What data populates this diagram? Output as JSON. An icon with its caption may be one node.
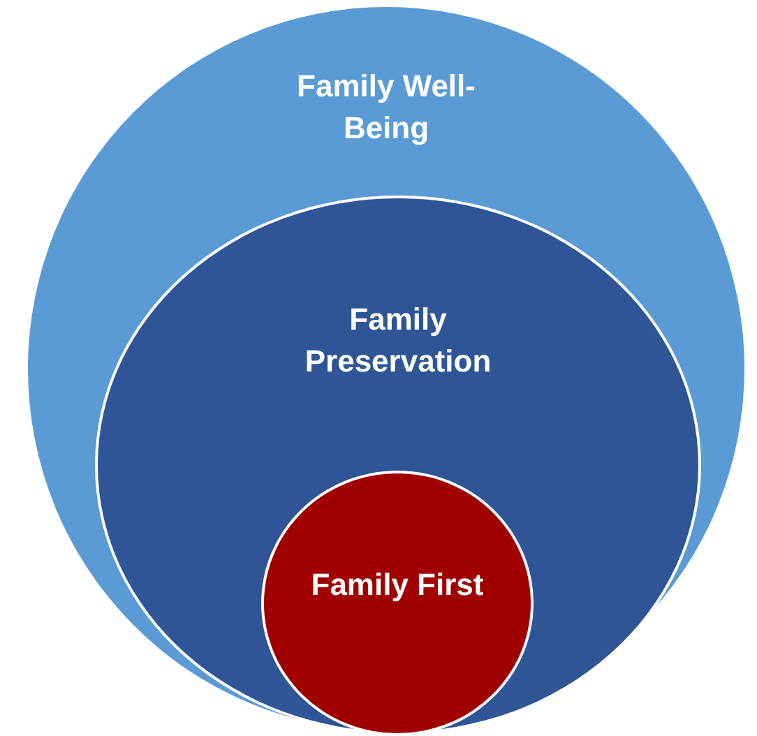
{
  "diagram": {
    "nodes": [
      {
        "text": [
          "Family Well-Being"
        ]
      },
      {
        "text": [
          "Family Preservation"
        ],
        "in": 0
      },
      {
        "text": [
          "Family First"
        ],
        "in": 1
      }
    ]
  }
}
